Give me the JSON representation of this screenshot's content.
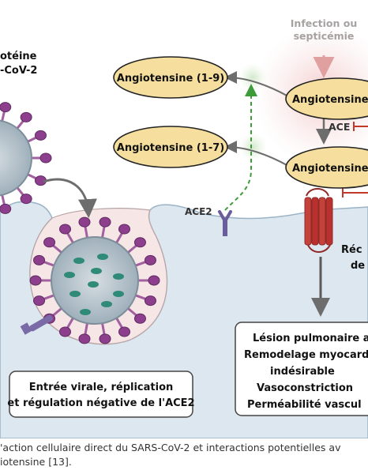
{
  "labels": {
    "protein_line1": "otéine",
    "protein_line2": "-CoV-2",
    "infection_line1": "Infection ou",
    "infection_line2": "septicémie",
    "ang19": "Angiotensine (1-9)",
    "ang17": "Angiotensine (1-7)",
    "ang_right1": "Angiotensine",
    "ang_right2": "Angiotensine",
    "ace": "ACE",
    "ace2": "ACE2",
    "receptor_line1": "Réc",
    "receptor_line2": "de"
  },
  "viral_box": {
    "line1": "Entrée virale, réplication",
    "line2": "et régulation négative de l'ACE2"
  },
  "effects_box": {
    "line1": "Lésion pulmonaire a",
    "line2": "Remodelage myocard",
    "line3": "indésirable",
    "line4": "Vasoconstriction",
    "line5": "Perméabilité vascul"
  },
  "caption": {
    "line1": "'action cellulaire direct du SARS-CoV-2 et interactions potentielles av",
    "line2": "iotensine [13]."
  },
  "colors": {
    "membrane_fill": "#dde7ef",
    "ellipse_fill": "#f6df9e",
    "virus_purple": "#8d3f8e",
    "receptor_red": "#b9312f",
    "green_arrow": "#3e9b3a"
  }
}
